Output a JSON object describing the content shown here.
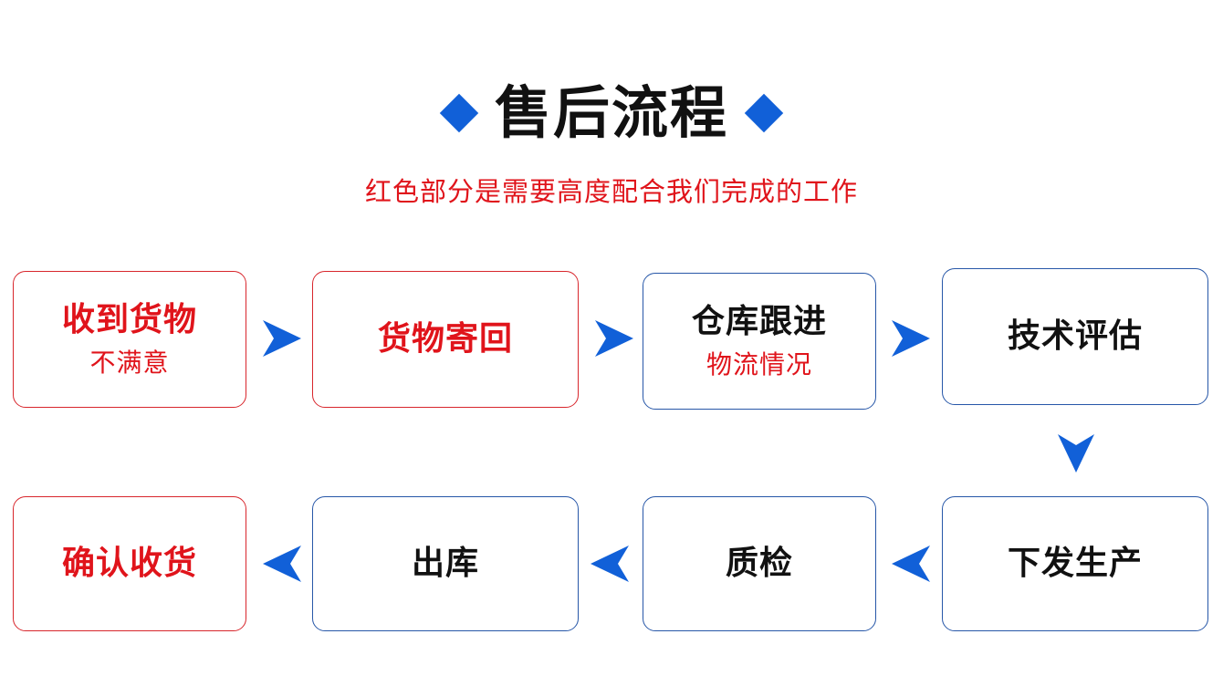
{
  "title": "售后流程",
  "subtitle": "红色部分是需要高度配合我们完成的工作",
  "colors": {
    "accent_blue": "#1160d8",
    "highlight_red": "#e0141b",
    "text_black": "#111111"
  },
  "steps": [
    {
      "label": "收到货物",
      "sub": "不满意",
      "style": "red"
    },
    {
      "label": "货物寄回",
      "sub": "",
      "style": "red"
    },
    {
      "label": "仓库跟进",
      "sub": "物流情况",
      "style": "blue"
    },
    {
      "label": "技术评估",
      "sub": "",
      "style": "blue"
    },
    {
      "label": "下发生产",
      "sub": "",
      "style": "blue"
    },
    {
      "label": "质检",
      "sub": "",
      "style": "blue"
    },
    {
      "label": "出库",
      "sub": "",
      "style": "blue"
    },
    {
      "label": "确认收货",
      "sub": "",
      "style": "red"
    }
  ]
}
